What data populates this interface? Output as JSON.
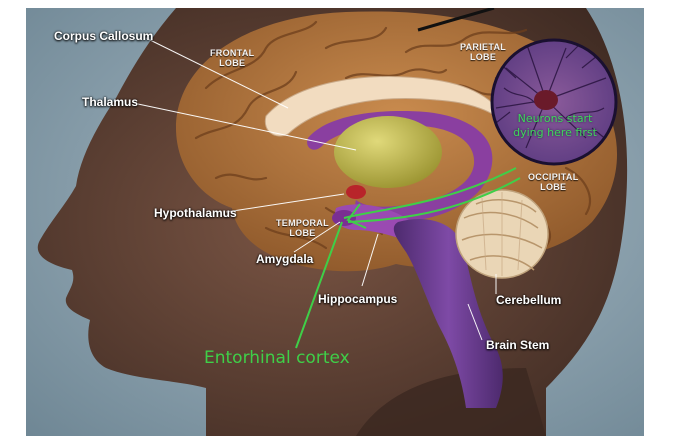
{
  "labels": {
    "corpus_callosum": "Corpus Callosum",
    "thalamus": "Thalamus",
    "hypothalamus": "Hypothalamus",
    "amygdala": "Amygdala",
    "hippocampus": "Hippocampus",
    "cerebellum": "Cerebellum",
    "brain_stem": "Brain Stem"
  },
  "lobes": {
    "frontal": [
      "FRONTAL",
      "LOBE"
    ],
    "parietal": [
      "PARIETAL",
      "LOBE"
    ],
    "occipital": [
      "OCCIPITAL",
      "LOBE"
    ],
    "temporal": [
      "TEMPORAL",
      "LOBE"
    ]
  },
  "annotations": {
    "neurons_note": [
      "Neurons start",
      "dying here first"
    ],
    "entorhinal": "Entorhinal cortex"
  },
  "colors": {
    "background": "#8fa3b0",
    "head_skin": "#6b4a3a",
    "cortex": "#b07840",
    "corpus_callosum": "#f2dcc0",
    "thalamus": "#c8c15a",
    "limbic": "#8a3fa0",
    "brain_stem": "#6a3c8e",
    "cerebellum": "#ead6b6",
    "annotation_green": "#3fcf48",
    "inset_border": "#1a1030"
  }
}
